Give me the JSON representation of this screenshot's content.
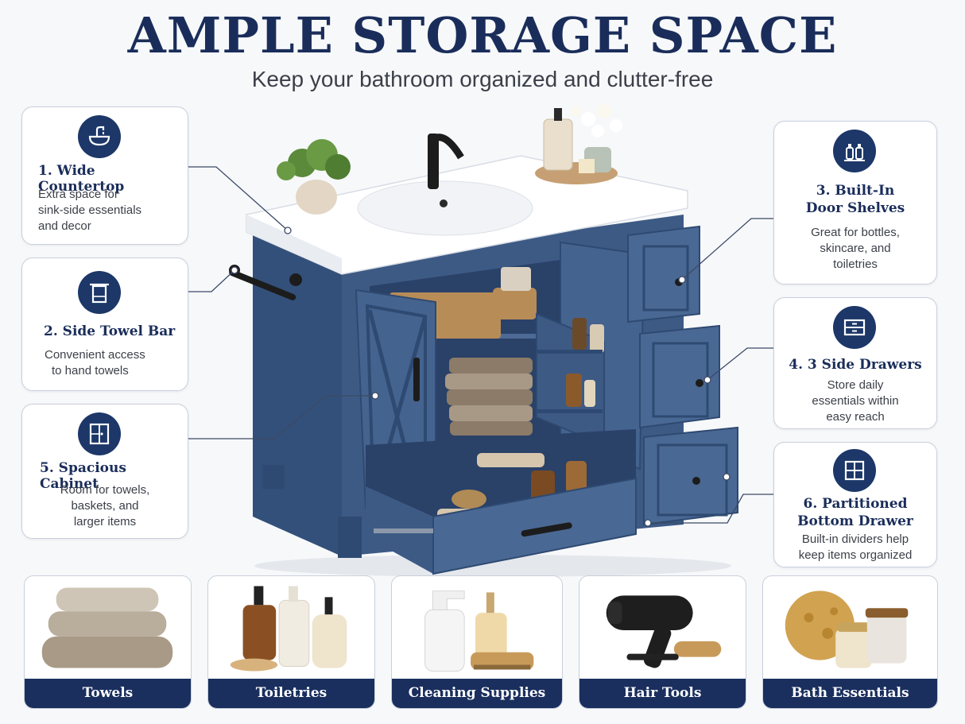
{
  "header": {
    "title": "AMPLE STORAGE SPACE",
    "subtitle": "Keep your bathroom organized and clutter-free"
  },
  "features": [
    {
      "title": "1. Wide Countertop",
      "desc": [
        "Extra space for",
        "sink-side essentials",
        "and decor"
      ],
      "icon": "sink-icon"
    },
    {
      "title": "2. Side Towel Bar",
      "desc": [
        "Convenient access",
        "to hand towels"
      ],
      "icon": "towel-icon"
    },
    {
      "title": "3. Built-In",
      "title2": "Door Shelves",
      "desc": [
        "Great for bottles,",
        "skincare, and",
        "toiletries"
      ],
      "icon": "bottles-icon"
    },
    {
      "title": "4. 3 Side Drawers",
      "desc": [
        "Store daily",
        "essentials within",
        "easy reach"
      ],
      "icon": "drawers-icon"
    },
    {
      "title": "5. Spacious Cabinet",
      "desc": [
        "Room for towels,",
        "baskets, and",
        "larger items"
      ],
      "icon": "cabinet-icon"
    },
    {
      "title": "6. Partitioned",
      "title2": "Bottom Drawer",
      "desc": [
        "Built-in dividers help",
        "keep items organized"
      ],
      "icon": "grid-icon"
    }
  ],
  "categories": [
    {
      "label": "Towels",
      "icon": "towels-icon"
    },
    {
      "label": "Toiletries",
      "icon": "toiletries-icon"
    },
    {
      "label": "Cleaning Supplies",
      "icon": "cleaning-icon"
    },
    {
      "label": "Hair Tools",
      "icon": "hair-dryer-icon"
    },
    {
      "label": "Bath Essentials",
      "icon": "sponge-icon"
    }
  ],
  "colors": {
    "navy": "#1a2f5e",
    "vanity_blue": "#3d5a85",
    "countertop": "#ffffff",
    "background": "#f7f8fa"
  }
}
